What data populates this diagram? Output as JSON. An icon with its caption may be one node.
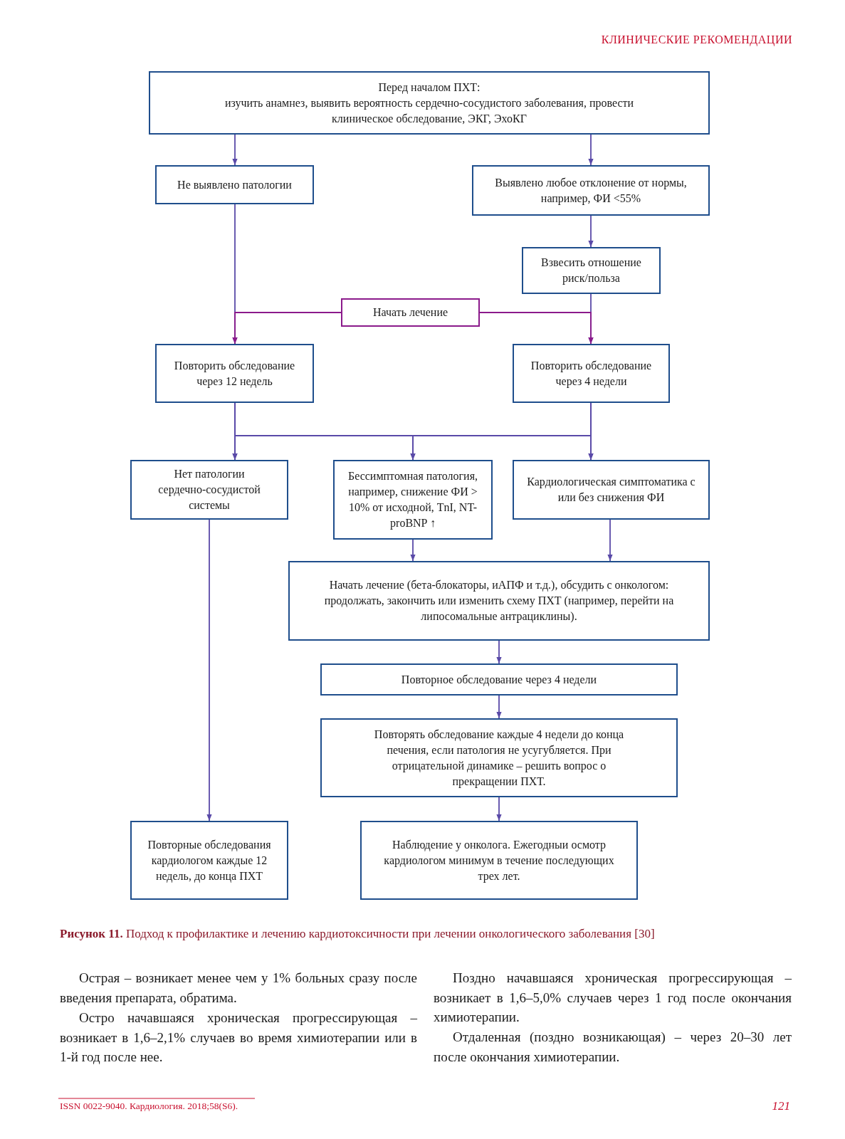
{
  "diagram": {
    "caption": "**Рисунок 11.** Подход к профилактике и лечению кардиотоксичности при лечении онкологического заболевания [30]",
    "nodes": [
      {
        "text": [
          "Перед началом ПХТ:",
          "изучить анамнез, выявить вероятность сердечно-сосудистого заболевания, провести клиническое обследование, ЭКГ, ЭхоКГ"
        ]
      },
      {
        "text": [
          "Не выявлено патологии"
        ]
      },
      {
        "text": [
          "Выявлено любое отклонение от нормы, например, ФИ <55%"
        ]
      },
      {
        "text": [
          "Взвесить отношение риск/польза"
        ]
      },
      {
        "text": [
          "Начать лечение"
        ]
      },
      {
        "text": [
          "Повторить обследование через 12 недель"
        ]
      },
      {
        "text": [
          "Повторить обследование через 4 недели"
        ]
      },
      {
        "text": [
          "Нет патологии сердечно-сосудистой системы"
        ]
      },
      {
        "text": [
          "Бессимптомная патология, например, снижение ФИ > 10% от исходной, TnI, NT-proBNP ↑"
        ]
      },
      {
        "text": [
          "Кардиологическая симптоматика с или без снижения ФИ"
        ]
      },
      {
        "text": [
          "Начать лечение (бета-блокаторы, иАПФ и т.д.), обсудить с онкологом: продолжать, закончить или изменить схему ПХТ (например, перейти на липосомальные антрациклины)."
        ]
      },
      {
        "text": [
          "Повторное обследование через 4 недели"
        ]
      },
      {
        "text": [
          "Повторять обследование каждые 4 недели до конца печения, если патология не усугубляется. При отрицательной динамике – решить вопрос о прекращении ПХТ."
        ]
      },
      {
        "text": [
          "Повторные обследования кардиологом каждые 12 недель, до конца ПХТ"
        ]
      },
      {
        "text": [
          "Наблюдение у онколога. Ежегодныи осмотр кардиологом минимум в течение последующих трех лет."
        ]
      }
    ],
    "edges": [
      {
        "from": 0,
        "to": 1,
        "arrow": "to"
      },
      {
        "from": 0,
        "to": 2,
        "arrow": "to"
      },
      {
        "from": 1,
        "to": 5,
        "arrow": "to"
      },
      {
        "from": 2,
        "to": 3,
        "arrow": "to"
      },
      {
        "from": 3,
        "to": 6,
        "arrow": "to"
      },
      {
        "from": 4,
        "to": 5,
        "arrow": "to",
        "color": "#8b1a8b"
      },
      {
        "from": 4,
        "to": 6,
        "arrow": "to",
        "color": "#8b1a8b"
      },
      {
        "from": 5,
        "to": 7,
        "arrow": "to"
      },
      {
        "from": 5,
        "to": 8,
        "arrow": "to"
      },
      {
        "from": 5,
        "to": 9,
        "arrow": "to"
      },
      {
        "from": 6,
        "to": 7,
        "arrow": "to"
      },
      {
        "from": 6,
        "to": 8,
        "arrow": "to"
      },
      {
        "from": 6,
        "to": 9,
        "arrow": "to"
      },
      {
        "from": 7,
        "to": 13,
        "arrow": "to"
      },
      {
        "from": 8,
        "to": 10,
        "arrow": "to"
      },
      {
        "from": 9,
        "to": 10,
        "arrow": "to"
      },
      {
        "from": 10,
        "to": 11,
        "arrow": "to"
      },
      {
        "from": 11,
        "to": 12,
        "arrow": "to"
      },
      {
        "from": 12,
        "to": 14,
        "arrow": "to"
      }
    ],
    "labels": [
      "КЛИНИЧЕСКИЕ РЕКОМЕНДАЦИИ",
      "Острая – возникает менее чем у 1% больных сразу после введения препарата, обратима.",
      "Остро начавшаяся хроническая прогрессирующая – возникает в 1,6–2,1% случаев во время химиотерапии или в 1-й год после нее.",
      "Поздно начавшаяся хроническая прогрессирующая – возникает в 1,6–5,0% случаев через 1 год после окончания химиотерапии.",
      "Отдаленная (поздно возникающая) – через 20–30 лет после окончания химиотерапии.",
      "ISSN 0022-9040. Кардиология. 2018;58(S6).",
      "121"
    ]
  }
}
